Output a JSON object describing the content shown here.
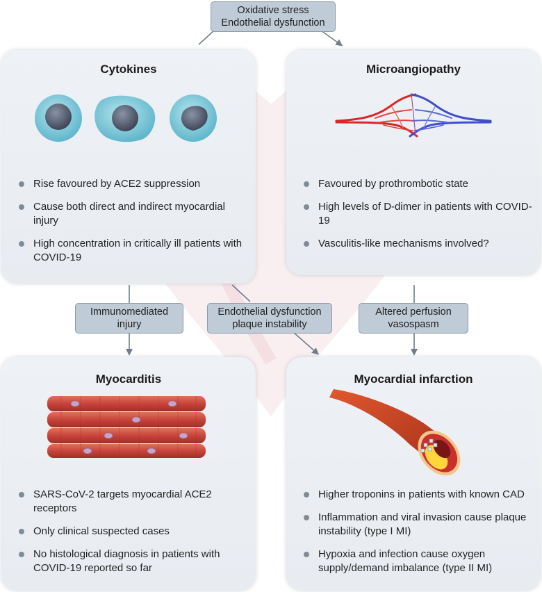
{
  "top_label": {
    "line1": "Oxidative stress",
    "line2": "Endothelial dysfunction"
  },
  "panels": {
    "cytokines": {
      "title": "Cytokines",
      "bullets": [
        "Rise favoured by ACE2 suppression",
        "Cause both direct and indirect myocardial injury",
        "High concentration in critically ill patients with COVID-19"
      ]
    },
    "microangiopathy": {
      "title": "Microangiopathy",
      "bullets": [
        "Favoured by prothrombotic state",
        "High levels of D-dimer in patients with COVID-19",
        "Vasculitis-like mechanisms involved?"
      ]
    },
    "myocarditis": {
      "title": "Myocarditis",
      "bullets": [
        "SARS-CoV-2 targets myocardial ACE2 receptors",
        "Only clinical suspected cases",
        "No histological diagnosis in patients with COVID-19 reported so far"
      ]
    },
    "infarction": {
      "title": "Myocardial infarction",
      "bullets": [
        "Higher troponins in patients with known CAD",
        "Inflammation and viral invasion cause plaque instability (type I MI)",
        "Hypoxia and infection cause oxygen supply/demand imbalance (type II MI)"
      ]
    }
  },
  "connectors": {
    "immuno": {
      "line1": "Immunomediated",
      "line2": "injury"
    },
    "endothelial": {
      "line1": "Endothelial dysfunction",
      "line2": "plaque instability"
    },
    "perfusion": {
      "line1": "Altered perfusion",
      "line2": "vasospasm"
    }
  },
  "colors": {
    "panel_bg": "#eceff3",
    "tag_bg": "#bfcbd6",
    "bullet": "#7f8c98",
    "arrow": "#6f7d8a",
    "artery_red": "#d8262b",
    "vein_blue": "#3e4fc9",
    "muscle": "#c9443a"
  }
}
